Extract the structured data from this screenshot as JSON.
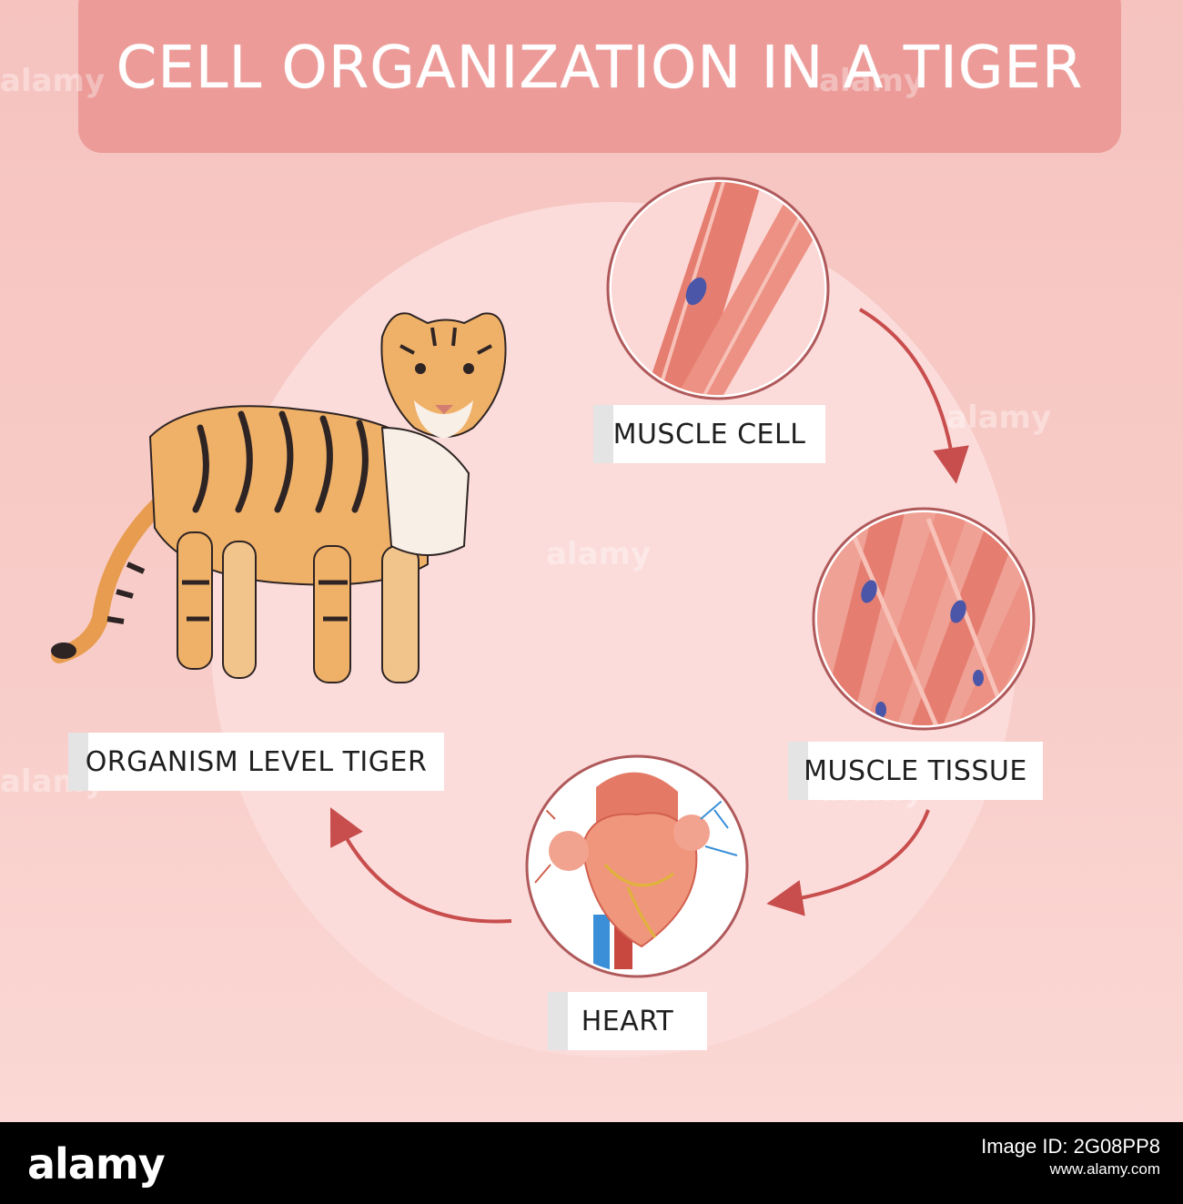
{
  "title": "CELL ORGANIZATION IN A TIGER",
  "stages": [
    {
      "label": "MUSCLE CELL"
    },
    {
      "label": "MUSCLE TISSUE"
    },
    {
      "label": "HEART"
    },
    {
      "label": "ORGANISM LEVEL TIGER"
    }
  ],
  "footer": {
    "brand": "alamy",
    "image_id_label": "Image ID: 2G08PP8",
    "site": "www.alamy.com"
  },
  "colors": {
    "background": "#f6c3bf",
    "title_box": "#ec9b98",
    "inner_circle": "#fbdcda",
    "arrow": "#c84d4d",
    "circle_border": "#b0595b"
  }
}
